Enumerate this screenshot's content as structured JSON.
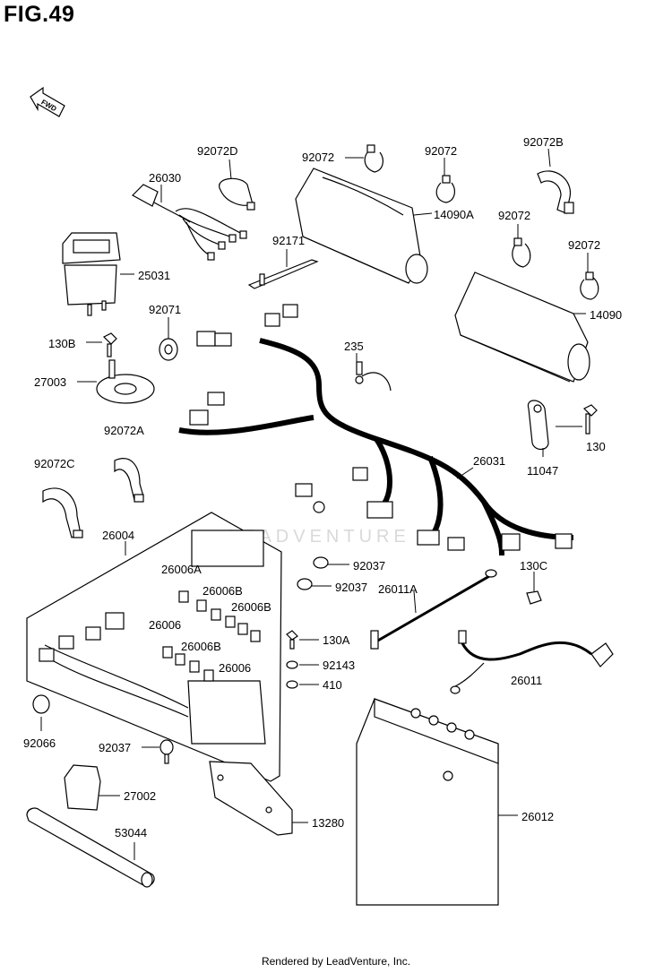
{
  "title": "FIG.49",
  "fwd_label": "FWD",
  "watermark": "LEADVENTURE",
  "footer": "Rendered by LeadVenture, Inc.",
  "callouts": [
    {
      "id": "c92072D",
      "text": "92072D"
    },
    {
      "id": "c26030",
      "text": "26030"
    },
    {
      "id": "c92072a",
      "text": "92072"
    },
    {
      "id": "c92072b",
      "text": "92072"
    },
    {
      "id": "c92072B",
      "text": "92072B"
    },
    {
      "id": "c14090A",
      "text": "14090A"
    },
    {
      "id": "c92072c",
      "text": "92072"
    },
    {
      "id": "c92072d",
      "text": "92072"
    },
    {
      "id": "c14090",
      "text": "14090"
    },
    {
      "id": "c92171",
      "text": "92171"
    },
    {
      "id": "c25031",
      "text": "25031"
    },
    {
      "id": "c92071",
      "text": "92071"
    },
    {
      "id": "c130B",
      "text": "130B"
    },
    {
      "id": "c27003",
      "text": "27003"
    },
    {
      "id": "c235",
      "text": "235"
    },
    {
      "id": "c130",
      "text": "130"
    },
    {
      "id": "c11047",
      "text": "11047"
    },
    {
      "id": "c92072A",
      "text": "92072A"
    },
    {
      "id": "c92072C",
      "text": "92072C"
    },
    {
      "id": "c26031",
      "text": "26031"
    },
    {
      "id": "c26004",
      "text": "26004"
    },
    {
      "id": "c26006A",
      "text": "26006A"
    },
    {
      "id": "c26006B1",
      "text": "26006B"
    },
    {
      "id": "c26006B2",
      "text": "26006B"
    },
    {
      "id": "c26006a",
      "text": "26006"
    },
    {
      "id": "c26006B3",
      "text": "26006B"
    },
    {
      "id": "c26006b",
      "text": "26006"
    },
    {
      "id": "c92037a",
      "text": "92037"
    },
    {
      "id": "c92037b",
      "text": "92037"
    },
    {
      "id": "c26011A",
      "text": "26011A"
    },
    {
      "id": "c130C",
      "text": "130C"
    },
    {
      "id": "c130A",
      "text": "130A"
    },
    {
      "id": "c92143",
      "text": "92143"
    },
    {
      "id": "c410",
      "text": "410"
    },
    {
      "id": "c26011",
      "text": "26011"
    },
    {
      "id": "c92066",
      "text": "92066"
    },
    {
      "id": "c92037c",
      "text": "92037"
    },
    {
      "id": "c27002",
      "text": "27002"
    },
    {
      "id": "c53044",
      "text": "53044"
    },
    {
      "id": "c13280",
      "text": "13280"
    },
    {
      "id": "c26012",
      "text": "26012"
    }
  ]
}
